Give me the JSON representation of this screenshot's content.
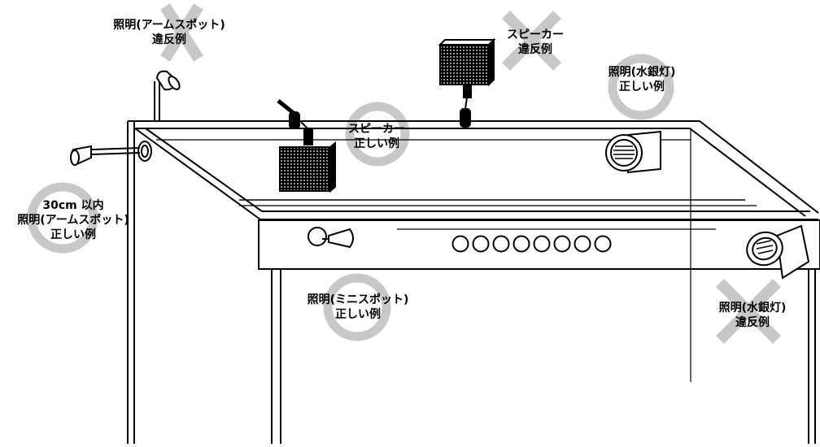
{
  "labels": {
    "arm_spot_bad": {
      "line1": "照明(アームスポット)",
      "line2": "違反例"
    },
    "speaker_bad": {
      "line1": "スピーカー",
      "line2": "違反例"
    },
    "mercury_good": {
      "line1": "照明(水銀灯)",
      "line2": "正しい例"
    },
    "speaker_good": {
      "line1": "スピーカー",
      "line2": "正しい例"
    },
    "arm_spot_good": {
      "line1": "30cm 以内",
      "line2": "照明(アームスポット)",
      "line3": "正しい例"
    },
    "mini_spot_good": {
      "line1": "照明(ミニスポット)",
      "line2": "正しい例"
    },
    "mercury_bad": {
      "line1": "照明(水銀灯)",
      "line2": "違反例"
    }
  },
  "legend_marks": {
    "correct": "circle",
    "violation": "cross"
  },
  "colors": {
    "mark_gray": "#c8c8c8",
    "line": "#000000",
    "background": "#ffffff"
  },
  "counter_circles": 8
}
